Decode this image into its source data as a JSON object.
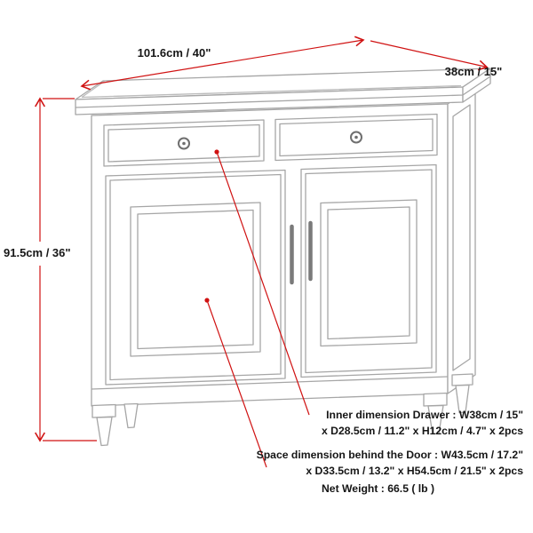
{
  "diagram": {
    "dimensions": {
      "width": "101.6cm / 40\"",
      "depth": "38cm / 15\"",
      "height": "91.5cm / 36\""
    },
    "notes": {
      "drawer_title": "Inner dimension Drawer : W38cm / 15\"",
      "drawer_detail": "x D28.5cm / 11.2\" x H12cm / 4.7\" x 2pcs",
      "door_title": "Space dimension behind the Door : W43.5cm / 17.2\"",
      "door_detail": "x D33.5cm / 13.2\" x H54.5cm / 21.5\" x 2pcs",
      "net_weight": "Net Weight : 66.5 ( lb )"
    },
    "colors": {
      "dimension_red": "#d01212",
      "drawing_gray": "#a6a6a6",
      "text_black": "#161616",
      "background": "#ffffff"
    }
  }
}
